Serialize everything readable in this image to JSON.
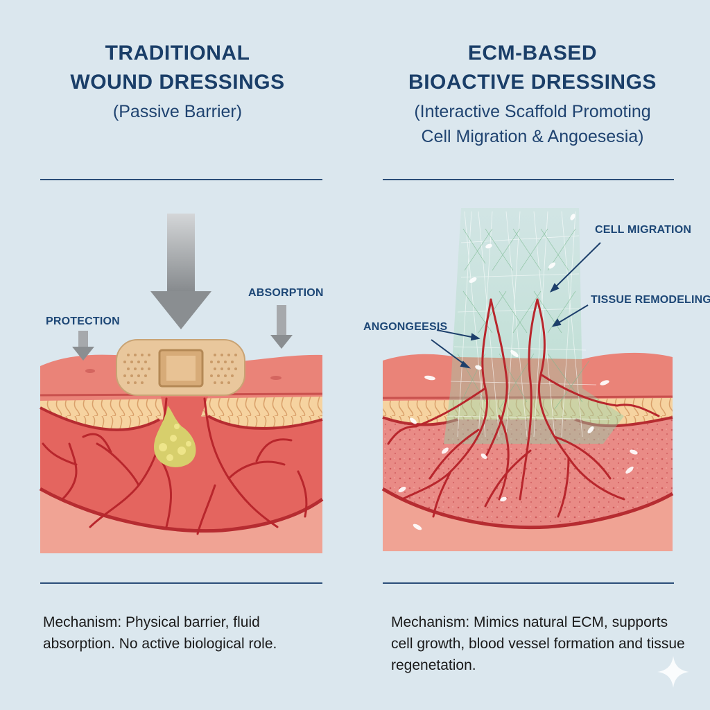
{
  "left": {
    "title_line1": "TRADITIONAL",
    "title_line2": "WOUND DRESSINGS",
    "subtitle": "(Passive Barrier)",
    "labels": {
      "protection": "PROTECTION",
      "absorption": "ABSORPTION"
    },
    "mechanism_line1": "Mechanism: Physical barrier, fluid",
    "mechanism_line2": "absorption. No active biological role."
  },
  "right": {
    "title_line1": "ECM-BASED",
    "title_line2": "BIOACTIVE DRESSINGS",
    "subtitle_line1": "(Interactive Scaffold Promoting",
    "subtitle_line2": "Cell Migration & Angoesesia)",
    "labels": {
      "cell_migration": "CELL MIGRATION",
      "tissue_remodeling": "TISSUE REMODELING",
      "angiogenesis": "ANGONGEESIS"
    },
    "mechanism_line1": "Mechanism: Mimics natural ECM, supports",
    "mechanism_line2": "cell growth, blood vessel formation and tissue",
    "mechanism_line3": "regenetation."
  },
  "colors": {
    "background": "#dbe7ee",
    "title_text": "#1a3e68",
    "skin_surface": "#e9847a",
    "fat_layer": "#f4cf9a",
    "dermis": "#e56a62",
    "vessel": "#b8262c",
    "bandage": "#e8c49a",
    "scaffold": "#8fcfa8",
    "arrow_gray": "#8f9396"
  },
  "icons": {
    "sparkle": "sparkle-icon"
  }
}
